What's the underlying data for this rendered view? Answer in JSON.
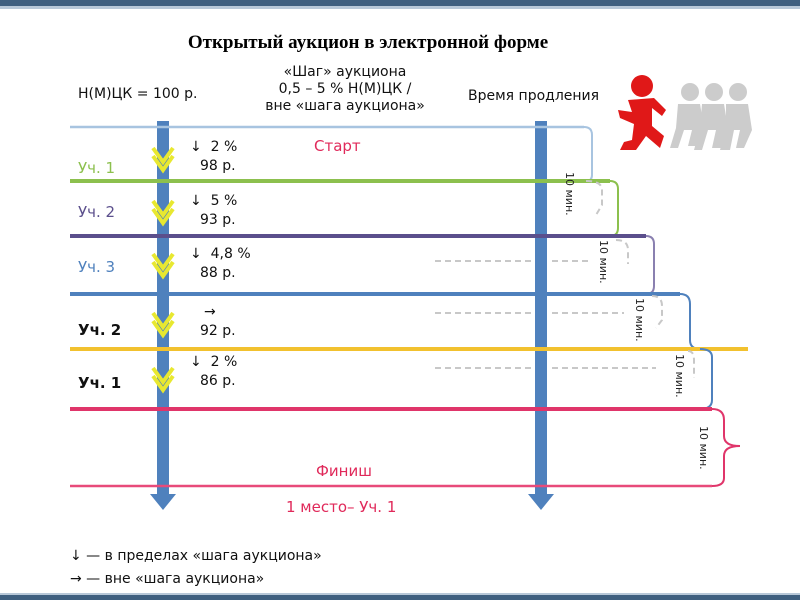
{
  "title": "Открытый аукцион в электронной форме",
  "header": {
    "nmck": "Н(М)ЦК = 100 р.",
    "step_line1": "«Шаг» аукциона",
    "step_line2": "0,5 – 5 % Н(М)ЦК /",
    "step_line3": "вне «шага аукциона»",
    "extension": "Время продления"
  },
  "start_label": "Старт",
  "finish_label": "Финиш",
  "result": "1 место– Уч. 1",
  "bids": [
    {
      "participant": "Уч. 1",
      "arrow": "↓",
      "percent": "2 %",
      "price": "98 р."
    },
    {
      "participant": "Уч. 2",
      "arrow": "↓",
      "percent": "5 %",
      "price": "93 р."
    },
    {
      "participant": "Уч. 3",
      "arrow": "↓",
      "percent": "4,8 %",
      "price": "88 р."
    },
    {
      "participant": "Уч. 2",
      "arrow": "→",
      "percent": "",
      "price": "92 р."
    },
    {
      "participant": "Уч. 1",
      "arrow": "↓",
      "percent": "2 %",
      "price": "86 р."
    }
  ],
  "extension_label": "10 мин.",
  "legend": {
    "within": "↓ — в пределах «шага аукциона»",
    "outside": "→ — вне «шага аукциона»"
  },
  "colors": {
    "start_line": "#a8c4e0",
    "line_1": "#8cc04e",
    "line_2": "#5b4f8c",
    "line_3": "#4f81bd",
    "line_4": "#f2c12e",
    "line_5": "#e0356a",
    "finish_line": "#e84a7a",
    "main_arrow": "#4f81bd",
    "chevron": "#e8e830",
    "leader_figure": "#e01818",
    "other_figures": "#cccccc"
  }
}
